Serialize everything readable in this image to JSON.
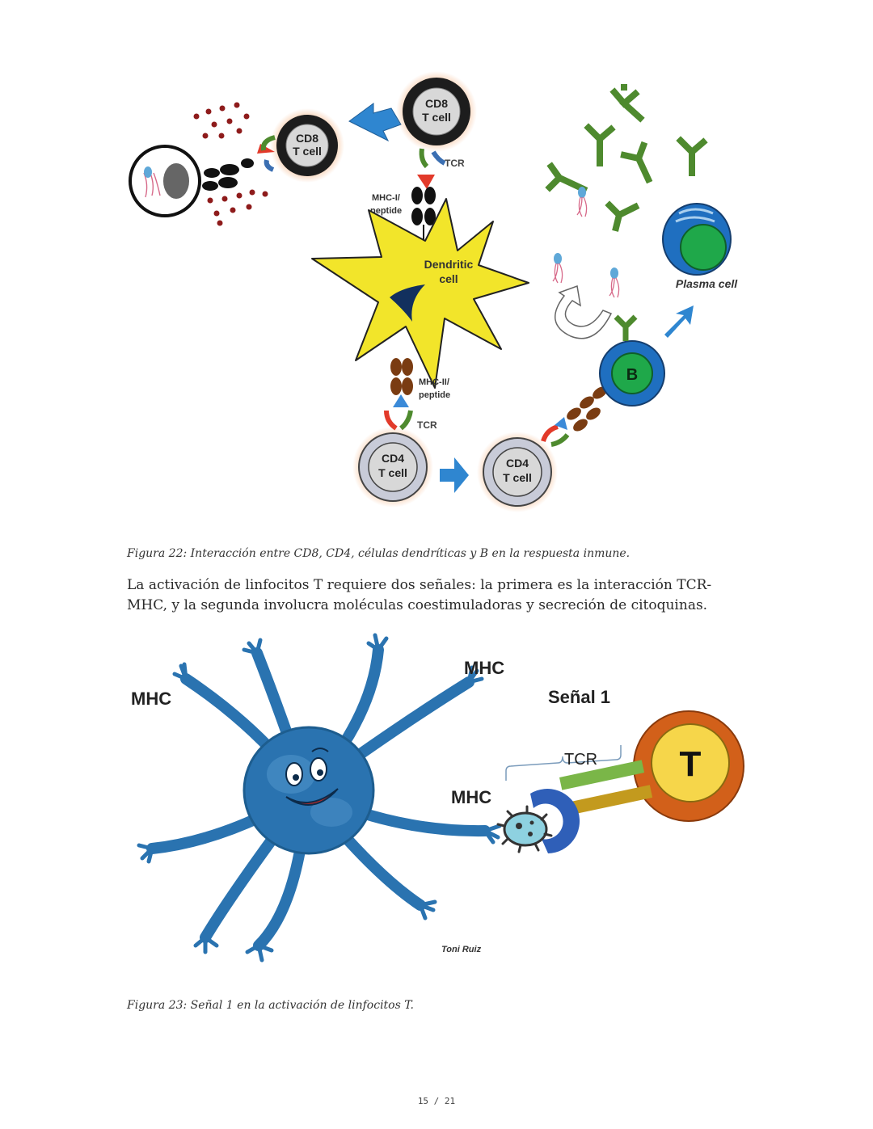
{
  "figure1": {
    "labels": {
      "cd8_top": [
        "CD8",
        "T cell"
      ],
      "cd8_left": [
        "CD8",
        "T cell"
      ],
      "tcr_top": "TCR",
      "mhc1": [
        "MHC-I/",
        "peptide"
      ],
      "dendritic": [
        "Dendritic",
        "cell"
      ],
      "plasma": "Plasma cell",
      "b_cell": "B",
      "mhc2": [
        "MHC-II/",
        "peptide"
      ],
      "tcr_bottom": "TCR",
      "cd4_left": [
        "CD4",
        "T cell"
      ],
      "cd4_right": [
        "CD4",
        "T cell"
      ]
    },
    "caption": "Figura 22: Interacción entre CD8, CD4, células dendríticas y B en la respuesta inmune."
  },
  "paragraph": "La activación de linfocitos T requiere dos señales: la primera es la interacción TCR-MHC, y la segunda involucra moléculas coestimuladoras y secreción de citoquinas.",
  "figure2": {
    "labels": {
      "mhc_left": "MHC",
      "mhc_top": "MHC",
      "senal": "Señal 1",
      "tcr": "TCR",
      "mhc_mid": "MHC",
      "t_cell": "T",
      "credit": "Toni Ruiz"
    },
    "caption": "Figura 23: Señal 1 en la activación de linfocitos T."
  },
  "page_number": "15 / 21",
  "colors": {
    "dendritic": "#f2e52a",
    "antibody": "#4e8a2e",
    "b_cell": "#1f6fc0",
    "t_orange": "#d2601a",
    "t_yellow": "#f6d64a",
    "blue_cell": "#2a73b0"
  }
}
